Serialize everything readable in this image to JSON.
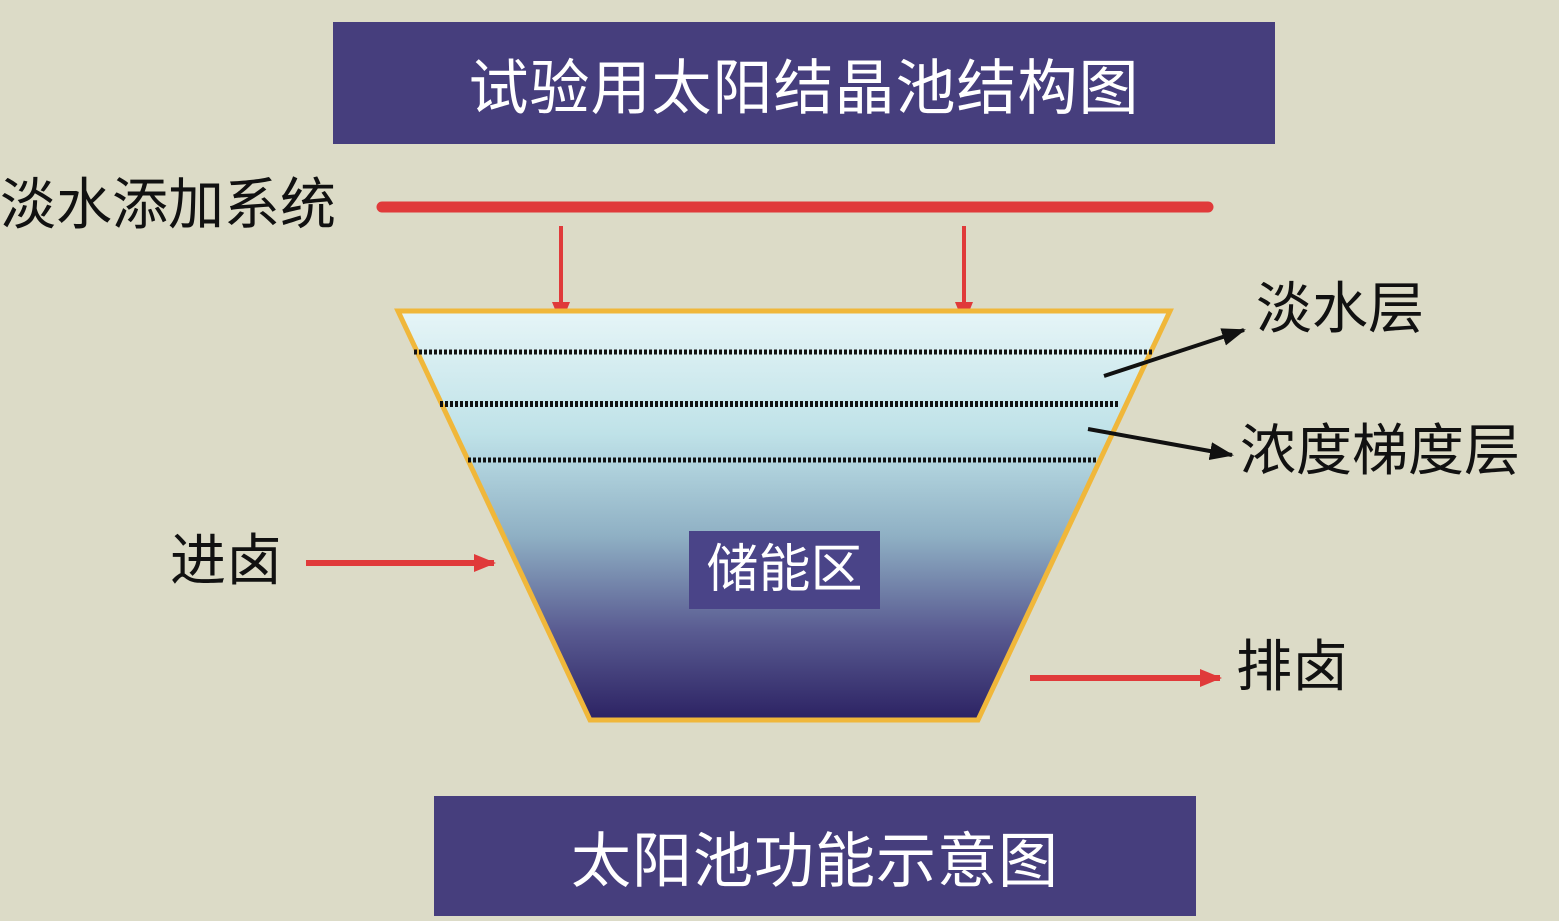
{
  "title": "试验用太阳结晶池结构图",
  "caption": "太阳池功能示意图",
  "labels": {
    "freshwater_system": "淡水添加系统",
    "freshwater_layer": "淡水层",
    "gradient_layer": "浓度梯度层",
    "storage_zone": "储能区",
    "brine_inlet": "进卤",
    "brine_outlet": "排卤"
  },
  "colors": {
    "background": "#dcdbc7",
    "banner": "#463e7d",
    "pipe_red": "#e03a3a",
    "pool_border": "#f0b73a",
    "pool_top": "#e3f3f6",
    "pool_bottom": "#2e2466"
  }
}
